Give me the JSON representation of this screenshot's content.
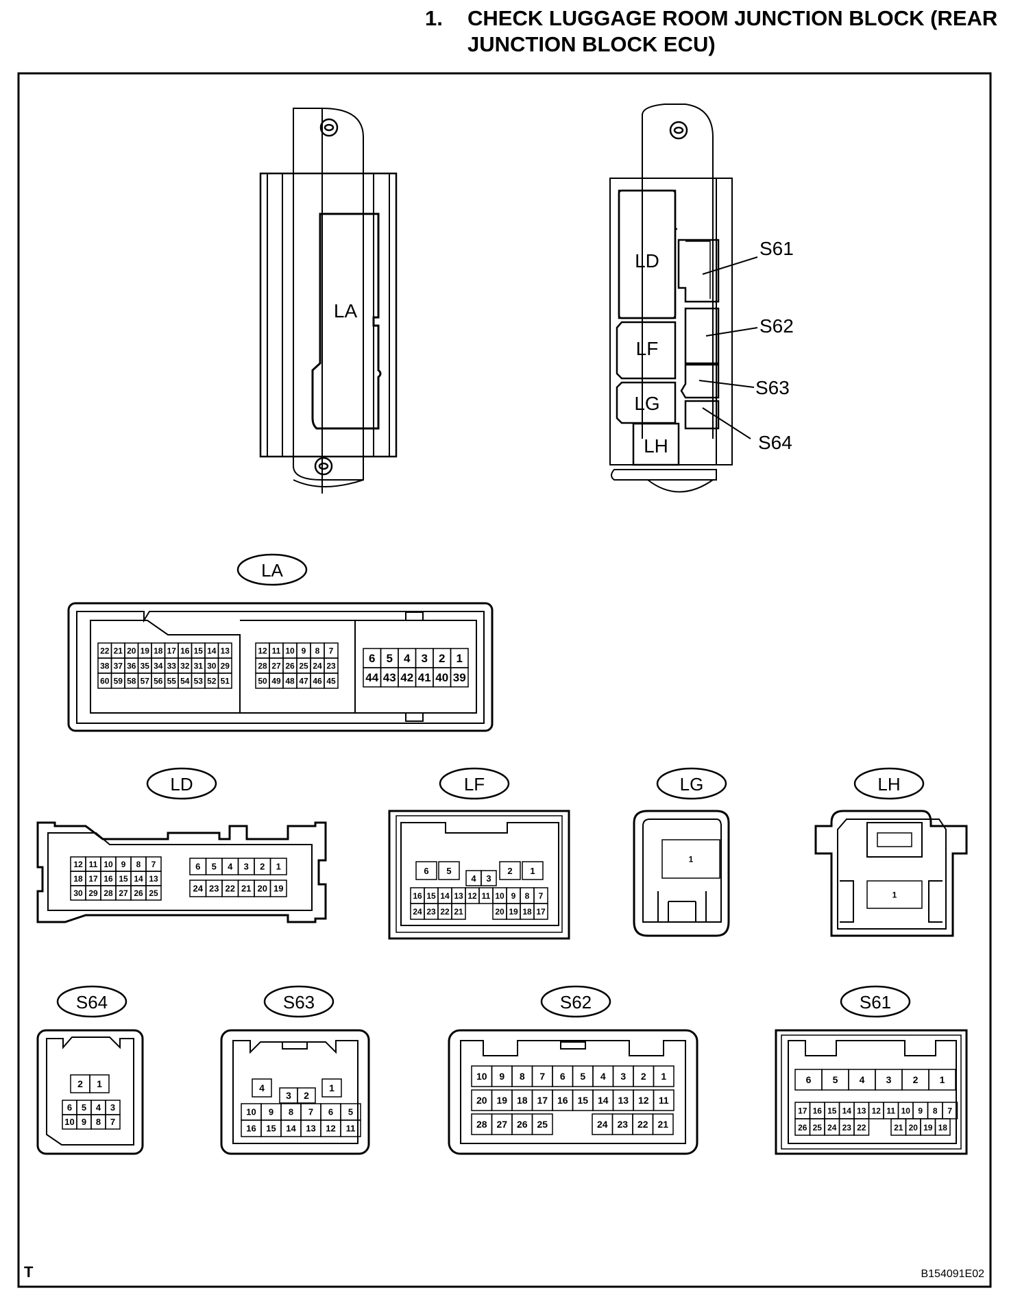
{
  "heading": {
    "number": "1.",
    "line1": "CHECK LUGGAGE ROOM JUNCTION BLOCK (REAR",
    "line2": "JUNCTION BLOCK ECU)"
  },
  "block_front": {
    "label": "LA"
  },
  "block_back": {
    "labels": [
      "LD",
      "LF",
      "LG",
      "LH"
    ],
    "callouts": [
      "S61",
      "S62",
      "S63",
      "S64"
    ]
  },
  "connectors": {
    "LA": {
      "tag": "LA",
      "rows": [
        [
          "22",
          "21",
          "20",
          "19",
          "18",
          "17",
          "16",
          "15",
          "14",
          "13"
        ],
        [
          "38",
          "37",
          "36",
          "35",
          "34",
          "33",
          "32",
          "31",
          "30",
          "29"
        ],
        [
          "60",
          "59",
          "58",
          "57",
          "56",
          "55",
          "54",
          "53",
          "52",
          "51"
        ],
        [
          "12",
          "11",
          "10",
          "9",
          "8",
          "7"
        ],
        [
          "28",
          "27",
          "26",
          "25",
          "24",
          "23"
        ],
        [
          "50",
          "49",
          "48",
          "47",
          "46",
          "45"
        ],
        [
          "6",
          "5",
          "4",
          "3",
          "2",
          "1"
        ],
        [
          "44",
          "43",
          "42",
          "41",
          "40",
          "39"
        ]
      ]
    },
    "LD": {
      "tag": "LD",
      "rows": [
        [
          "12",
          "11",
          "10",
          "9",
          "8",
          "7"
        ],
        [
          "18",
          "17",
          "16",
          "15",
          "14",
          "13"
        ],
        [
          "30",
          "29",
          "28",
          "27",
          "26",
          "25"
        ],
        [
          "6",
          "5",
          "4",
          "3",
          "2",
          "1"
        ],
        [
          "24",
          "23",
          "22",
          "21",
          "20",
          "19"
        ]
      ]
    },
    "LF": {
      "tag": "LF",
      "rows": [
        [
          "6",
          "5",
          "4",
          "3",
          "2",
          "1"
        ],
        [
          "16",
          "15",
          "14",
          "13",
          "12",
          "11",
          "10",
          "9",
          "8",
          "7"
        ],
        [
          "24",
          "23",
          "22",
          "21",
          "20",
          "19",
          "18",
          "17"
        ]
      ]
    },
    "LG": {
      "tag": "LG",
      "rows": [
        [
          "1"
        ]
      ]
    },
    "LH": {
      "tag": "LH",
      "rows": [
        [
          "1"
        ]
      ]
    },
    "S64": {
      "tag": "S64",
      "rows": [
        [
          "2",
          "1"
        ],
        [
          "6",
          "5",
          "4",
          "3"
        ],
        [
          "10",
          "9",
          "8",
          "7"
        ]
      ]
    },
    "S63": {
      "tag": "S63",
      "rows": [
        [
          "4",
          "3",
          "2",
          "1"
        ],
        [
          "10",
          "9",
          "8",
          "7",
          "6",
          "5"
        ],
        [
          "16",
          "15",
          "14",
          "13",
          "12",
          "11"
        ]
      ]
    },
    "S62": {
      "tag": "S62",
      "rows": [
        [
          "10",
          "9",
          "8",
          "7",
          "6",
          "5",
          "4",
          "3",
          "2",
          "1"
        ],
        [
          "20",
          "19",
          "18",
          "17",
          "16",
          "15",
          "14",
          "13",
          "12",
          "11"
        ],
        [
          "28",
          "27",
          "26",
          "25",
          "24",
          "23",
          "22",
          "21"
        ]
      ]
    },
    "S61": {
      "tag": "S61",
      "rows": [
        [
          "6",
          "5",
          "4",
          "3",
          "2",
          "1"
        ],
        [
          "17",
          "16",
          "15",
          "14",
          "13",
          "12",
          "11",
          "10",
          "9",
          "8",
          "7"
        ],
        [
          "26",
          "25",
          "24",
          "23",
          "22",
          "21",
          "20",
          "19",
          "18"
        ]
      ]
    }
  },
  "footer": {
    "left_mark": "T",
    "figure_code": "B154091E02"
  }
}
